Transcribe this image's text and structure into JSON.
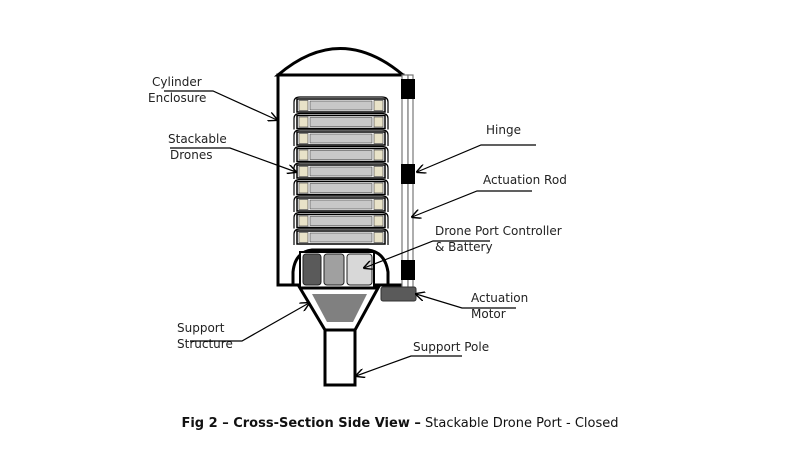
{
  "labels": {
    "cylinder_enclosure": [
      "Cylinder",
      "Enclosure"
    ],
    "stackable_drones": [
      "Stackable",
      "Drones"
    ],
    "hinge": "Hinge",
    "actuation_rod": "Actuation Rod",
    "controller_battery": [
      "Drone Port Controller",
      "& Battery"
    ],
    "actuation_motor": [
      "Actuation",
      "Motor"
    ],
    "support_structure": [
      "Support",
      "Structure"
    ],
    "support_pole": "Support Pole"
  },
  "caption": {
    "bold": "Fig 2 – Cross-Section Side View –",
    "normal": " Stackable Drone Port - Closed"
  },
  "drone_count": 9,
  "colors": {
    "outline": "#000000",
    "drone_fill": "#c8c8c8",
    "drone_end": "#e8e2c8",
    "battery_dark": "#5a5a5a",
    "battery_mid": "#a0a0a0",
    "battery_light": "#d8d8d8",
    "funnel": "#808080",
    "motor": "#5a5a5a"
  }
}
